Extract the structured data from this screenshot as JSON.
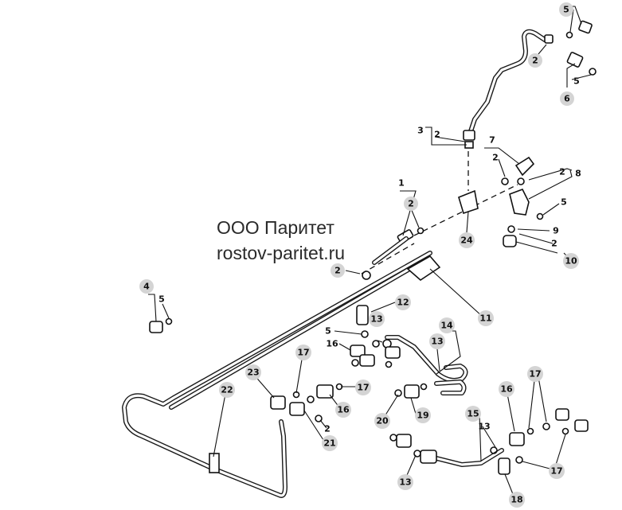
{
  "watermark": {
    "company": "ООО Паритет",
    "website": "rostov-paritet.ru"
  },
  "callouts": [
    {
      "id": "c5a",
      "label": "5"
    },
    {
      "id": "c2a",
      "label": "2"
    },
    {
      "id": "c5b",
      "label": "5"
    },
    {
      "id": "c6",
      "label": "6"
    },
    {
      "id": "c3",
      "label": "3"
    },
    {
      "id": "c2b",
      "label": "2"
    },
    {
      "id": "c7",
      "label": "7"
    },
    {
      "id": "c2c",
      "label": "2"
    },
    {
      "id": "c2d",
      "label": "2"
    },
    {
      "id": "c8",
      "label": "8"
    },
    {
      "id": "c5c",
      "label": "5"
    },
    {
      "id": "c9",
      "label": "9"
    },
    {
      "id": "c2e",
      "label": "2"
    },
    {
      "id": "c10",
      "label": "10"
    },
    {
      "id": "c1",
      "label": "1"
    },
    {
      "id": "c2f",
      "label": "2"
    },
    {
      "id": "c24",
      "label": "24"
    },
    {
      "id": "c2g",
      "label": "2"
    },
    {
      "id": "c11",
      "label": "11"
    },
    {
      "id": "c12",
      "label": "12"
    },
    {
      "id": "c4",
      "label": "4"
    },
    {
      "id": "c5d",
      "label": "5"
    },
    {
      "id": "c5e",
      "label": "5"
    },
    {
      "id": "c13a",
      "label": "13"
    },
    {
      "id": "c14",
      "label": "14"
    },
    {
      "id": "c16a",
      "label": "16"
    },
    {
      "id": "c13b",
      "label": "13"
    },
    {
      "id": "c17a",
      "label": "17"
    },
    {
      "id": "c17b",
      "label": "17"
    },
    {
      "id": "c23",
      "label": "23"
    },
    {
      "id": "c22",
      "label": "22"
    },
    {
      "id": "c16b",
      "label": "16"
    },
    {
      "id": "c2h",
      "label": "2"
    },
    {
      "id": "c21",
      "label": "21"
    },
    {
      "id": "c20",
      "label": "20"
    },
    {
      "id": "c19",
      "label": "19"
    },
    {
      "id": "c15",
      "label": "15"
    },
    {
      "id": "c13c",
      "label": "13"
    },
    {
      "id": "c16c",
      "label": "16"
    },
    {
      "id": "c17c",
      "label": "17"
    },
    {
      "id": "c13d",
      "label": "13"
    },
    {
      "id": "c18",
      "label": "18"
    },
    {
      "id": "c17d",
      "label": "17"
    }
  ]
}
